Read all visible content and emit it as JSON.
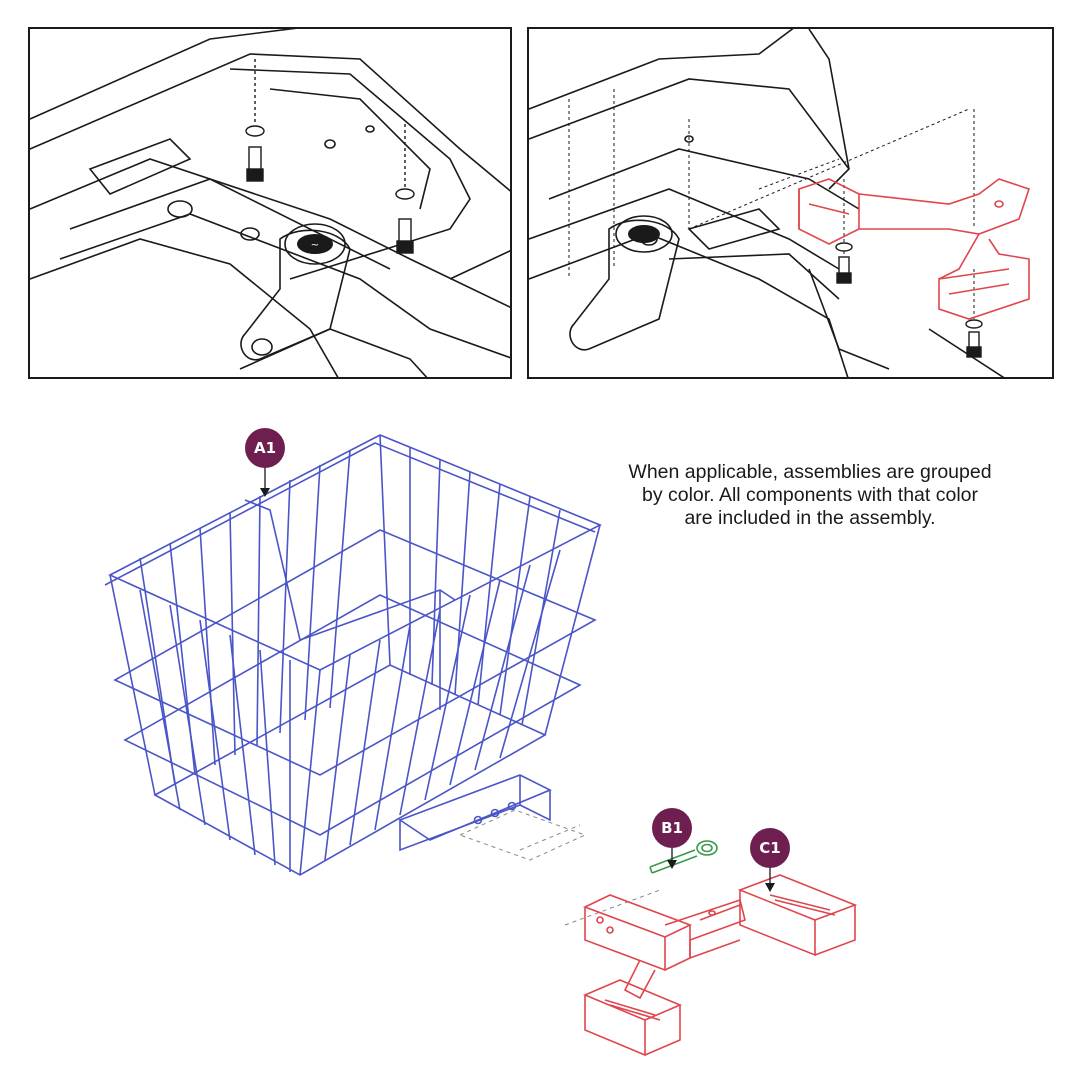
{
  "note": {
    "line1": "When applicable, assemblies are grouped",
    "line2": "by color. All components with that color",
    "line3": "are included in the assembly."
  },
  "callouts": {
    "a1": "A1",
    "b1": "B1",
    "c1": "C1"
  },
  "colors": {
    "basket_blue": "#4a55c8",
    "pin_green": "#3a9a4a",
    "bracket_red": "#e0454d",
    "callout_purple": "#6e1f4f",
    "line_art": "#1a1a1a"
  },
  "icons": {
    "logo": "knob-logo-icon"
  }
}
